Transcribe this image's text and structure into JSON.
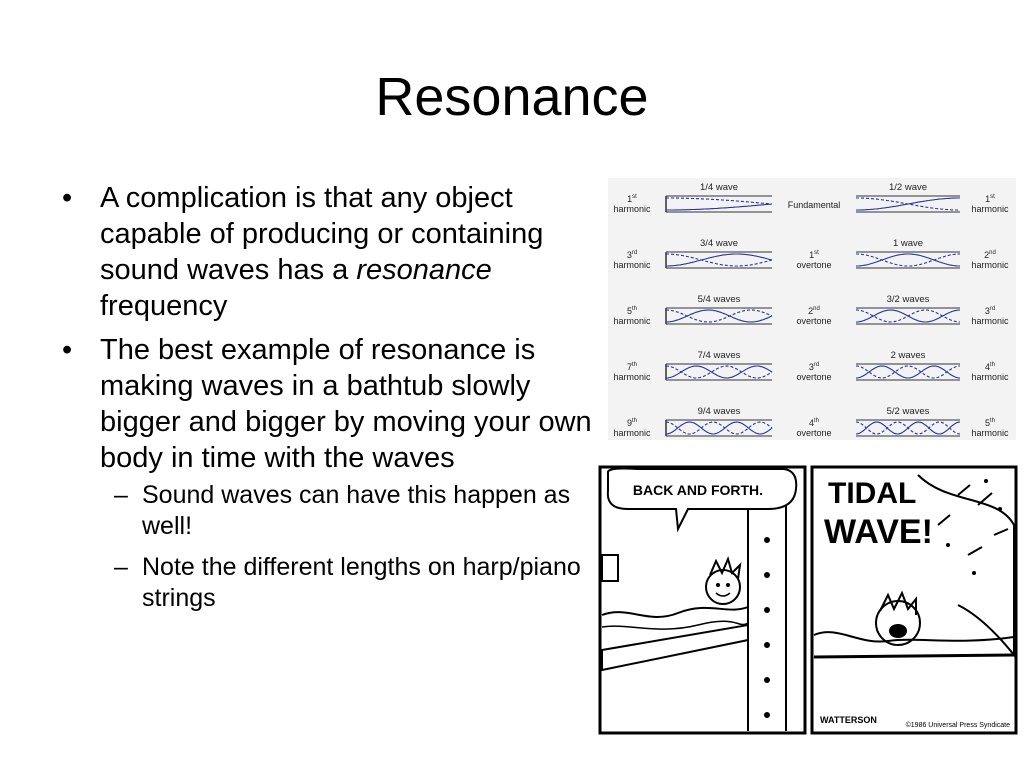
{
  "slide": {
    "title": "Resonance",
    "bullet1_pre": "A complication is that any object capable of producing or containing sound waves has a ",
    "bullet1_em": "resonance",
    "bullet1_post": " frequency",
    "bullet2": "The best example of resonance is making waves in a bathtub slowly bigger and bigger by moving your own body in time with the waves",
    "sub1": "Sound waves can have this happen as well!",
    "sub2": "Note the different lengths on harp/piano strings"
  },
  "harmonics": {
    "left": [
      {
        "caption": "1/4 wave",
        "num": "1",
        "sup": "st",
        "word": "harmonic"
      },
      {
        "caption": "3/4 wave",
        "num": "3",
        "sup": "rd",
        "word": "harmonic"
      },
      {
        "caption": "5/4 waves",
        "num": "5",
        "sup": "th",
        "word": "harmonic"
      },
      {
        "caption": "7/4 waves",
        "num": "7",
        "sup": "th",
        "word": "harmonic"
      },
      {
        "caption": "9/4 waves",
        "num": "9",
        "sup": "th",
        "word": "harmonic"
      }
    ],
    "middle": [
      {
        "line1": "Fundamental",
        "num": "",
        "sup": "",
        "word": ""
      },
      {
        "line1": "",
        "num": "1",
        "sup": "st",
        "word": "overtone"
      },
      {
        "line1": "",
        "num": "2",
        "sup": "nd",
        "word": "overtone"
      },
      {
        "line1": "",
        "num": "3",
        "sup": "rd",
        "word": "overtone"
      },
      {
        "line1": "",
        "num": "4",
        "sup": "th",
        "word": "overtone"
      }
    ],
    "right": [
      {
        "caption": "1/2 wave",
        "num": "1",
        "sup": "st",
        "word": "harmonic"
      },
      {
        "caption": "1 wave",
        "num": "2",
        "sup": "nd",
        "word": "harmonic"
      },
      {
        "caption": "3/2 waves",
        "num": "3",
        "sup": "rd",
        "word": "harmonic"
      },
      {
        "caption": "2 waves",
        "num": "4",
        "sup": "th",
        "word": "harmonic"
      },
      {
        "caption": "5/2 waves",
        "num": "5",
        "sup": "th",
        "word": "harmonic"
      }
    ]
  },
  "comic": {
    "bubble": "BACK AND FORTH.",
    "shout1": "TIDAL",
    "shout2": "WAVE!",
    "signature": "WATTERSON",
    "copyright": "©1986 Universal Press Syndicate"
  }
}
